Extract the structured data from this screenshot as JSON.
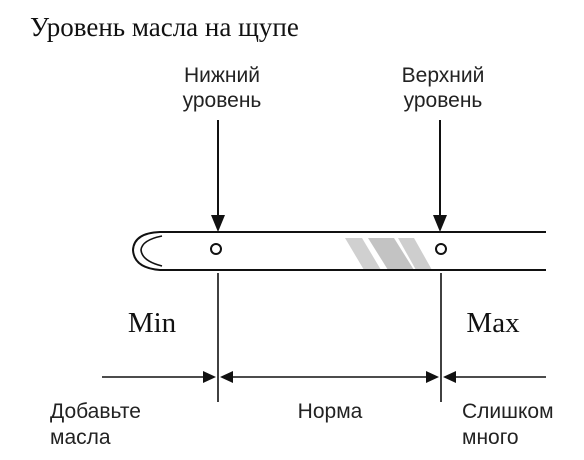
{
  "title": "Уровень масла на щупе",
  "lower_level": {
    "line1": "Нижний",
    "line2": "уровень"
  },
  "upper_level": {
    "line1": "Верхний",
    "line2": "уровень"
  },
  "min_label": "Min",
  "max_label": "Max",
  "zones": {
    "add_oil": {
      "line1": "Добавьте",
      "line2": "масла"
    },
    "normal": "Норма",
    "too_much": {
      "line1": "Слишком",
      "line2": "много"
    }
  },
  "colors": {
    "ink": "#111111",
    "oil_film": "#c8c8c8"
  }
}
